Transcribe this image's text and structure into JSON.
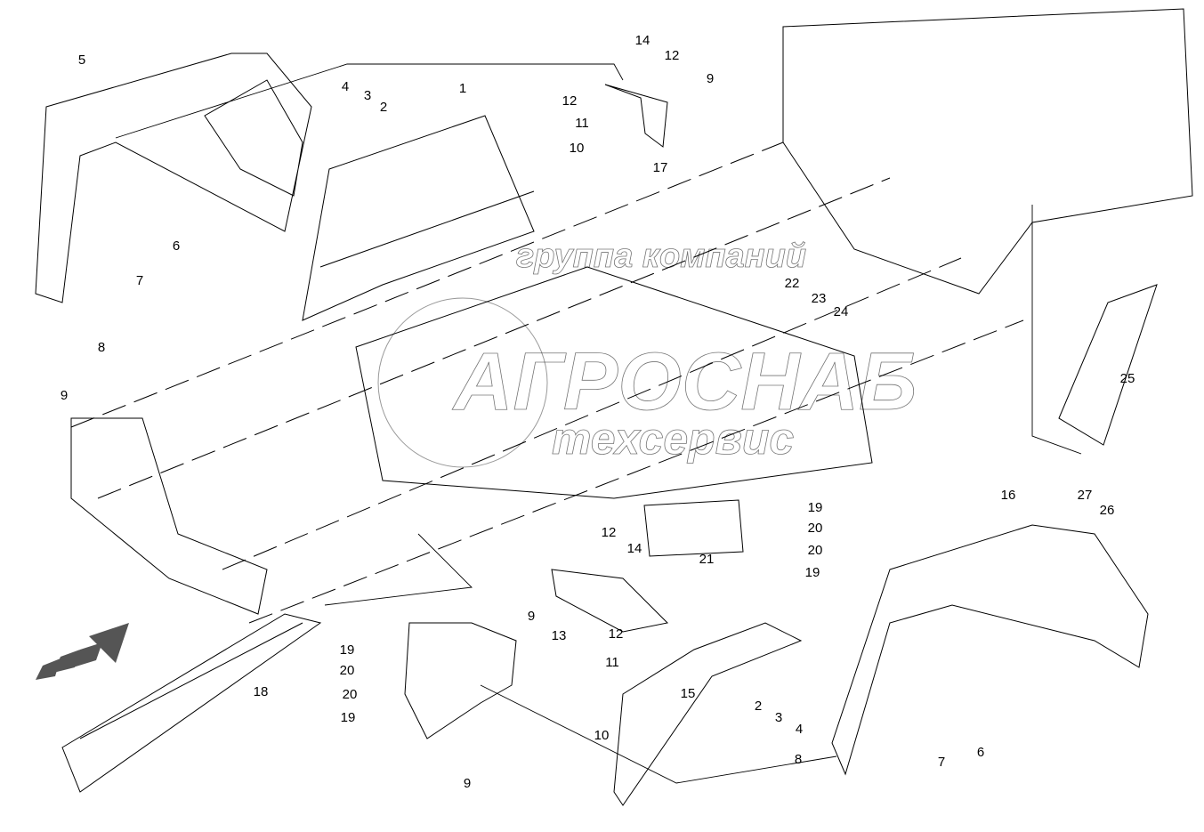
{
  "callouts": [
    "5",
    "1",
    "14",
    "12",
    "9",
    "12",
    "11",
    "10",
    "17",
    "4",
    "3",
    "2",
    "6",
    "7",
    "8",
    "9",
    "22",
    "23",
    "24",
    "25",
    "27",
    "26",
    "16",
    "19",
    "20",
    "20",
    "19",
    "21",
    "12",
    "14",
    "9",
    "13",
    "12",
    "11",
    "10",
    "15",
    "2",
    "3",
    "4",
    "8",
    "7",
    "6",
    "18",
    "19",
    "20",
    "20",
    "19",
    "9"
  ],
  "watermark": {
    "line1": "группа компаний",
    "line2": "АГРОСНАБ",
    "line3": "техсервис"
  },
  "direction_arrow": "forward-arrow-icon",
  "colors": {
    "line": "#000000",
    "background": "#ffffff"
  }
}
